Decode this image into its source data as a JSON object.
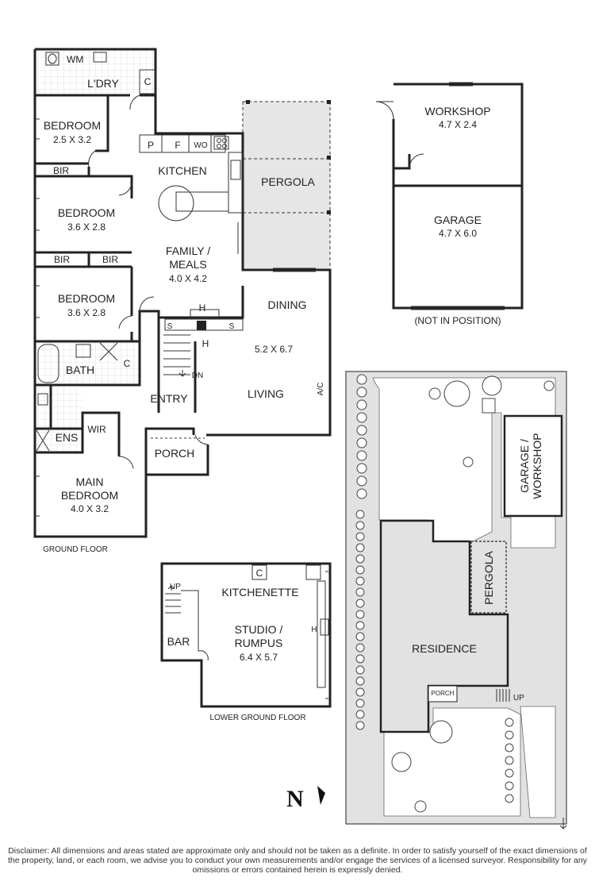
{
  "ground_floor": {
    "label": "GROUND FLOOR",
    "rooms": {
      "wm": "WM",
      "laundry": "L'DRY",
      "laundry_cupboard": "C",
      "bedroom1": "BEDROOM",
      "bedroom1_size": "2.5 X 3.2",
      "bir1": "BIR",
      "bedroom2": "BEDROOM",
      "bedroom2_size": "3.6 X 2.8",
      "bir2": "BIR",
      "bir3": "BIR",
      "bedroom3": "BEDROOM",
      "bedroom3_size": "3.6 X 2.8",
      "bath": "BATH",
      "bath_cupboard": "C",
      "ens": "ENS",
      "wir": "WIR",
      "main_bedroom": "MAIN",
      "main_bedroom_2": "BEDROOM",
      "main_bedroom_size": "4.0 X 3.2",
      "pantry": "P",
      "fridge": "F",
      "wall_oven": "WO",
      "kitchen": "KITCHEN",
      "pergola": "PERGOLA",
      "family": "FAMILY /",
      "family_2": "MEALS",
      "family_size": "4.0 X 4.2",
      "heater_top": "H",
      "heater_bottom": "H",
      "shelf_left": "S",
      "shelf_right": "S",
      "dining": "DINING",
      "living_size": "5.2 X 6.7",
      "living": "LIVING",
      "ac": "A/C",
      "entry": "ENTRY",
      "stair_dn": "DN",
      "porch": "PORCH"
    }
  },
  "outbuilding": {
    "workshop": "WORKSHOP",
    "workshop_size": "4.7 X 2.4",
    "garage": "GARAGE",
    "garage_size": "4.7 X 6.0",
    "note": "(NOT IN POSITION)"
  },
  "lower_ground_floor": {
    "label": "LOWER GROUND FLOOR",
    "cupboard": "C",
    "kitchenette": "KITCHENETTE",
    "stair_up": "UP",
    "studio": "STUDIO /",
    "studio_2": "RUMPUS",
    "studio_size": "6.4 X 5.7",
    "bar": "BAR",
    "heater": "H"
  },
  "site_plan": {
    "garage_workshop": "GARAGE /",
    "garage_workshop_2": "WORKSHOP",
    "pergola": "PERGOLA",
    "residence": "RESIDENCE",
    "porch": "PORCH",
    "up": "UP"
  },
  "north_label": "N",
  "disclaimer": "Disclaimer: All dimensions and areas stated are approximate only and should not be taken as a definite. In order to satisfy yourself of the exact dimensions of the property, land, or each room, we advise you to conduct your own measurements and/or engage the services of a licensed surveyor. Responsibility for any omissions or errors contained herein is expressly denied."
}
